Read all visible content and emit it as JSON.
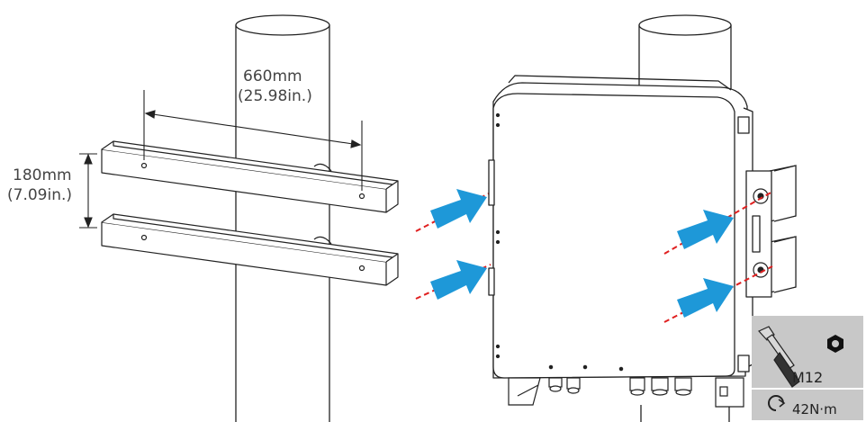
{
  "dimensions": {
    "width_label": "660mm",
    "width_label_in": "(25.98in.)",
    "height_label": "180mm",
    "height_label_in": "(7.09in.)"
  },
  "spec": {
    "bolt": "M12",
    "torque": "42N·m"
  },
  "colors": {
    "arrow": "#1e98d8",
    "dash": "#e02020",
    "line": "#222222",
    "panel": "#c8c8c8"
  }
}
